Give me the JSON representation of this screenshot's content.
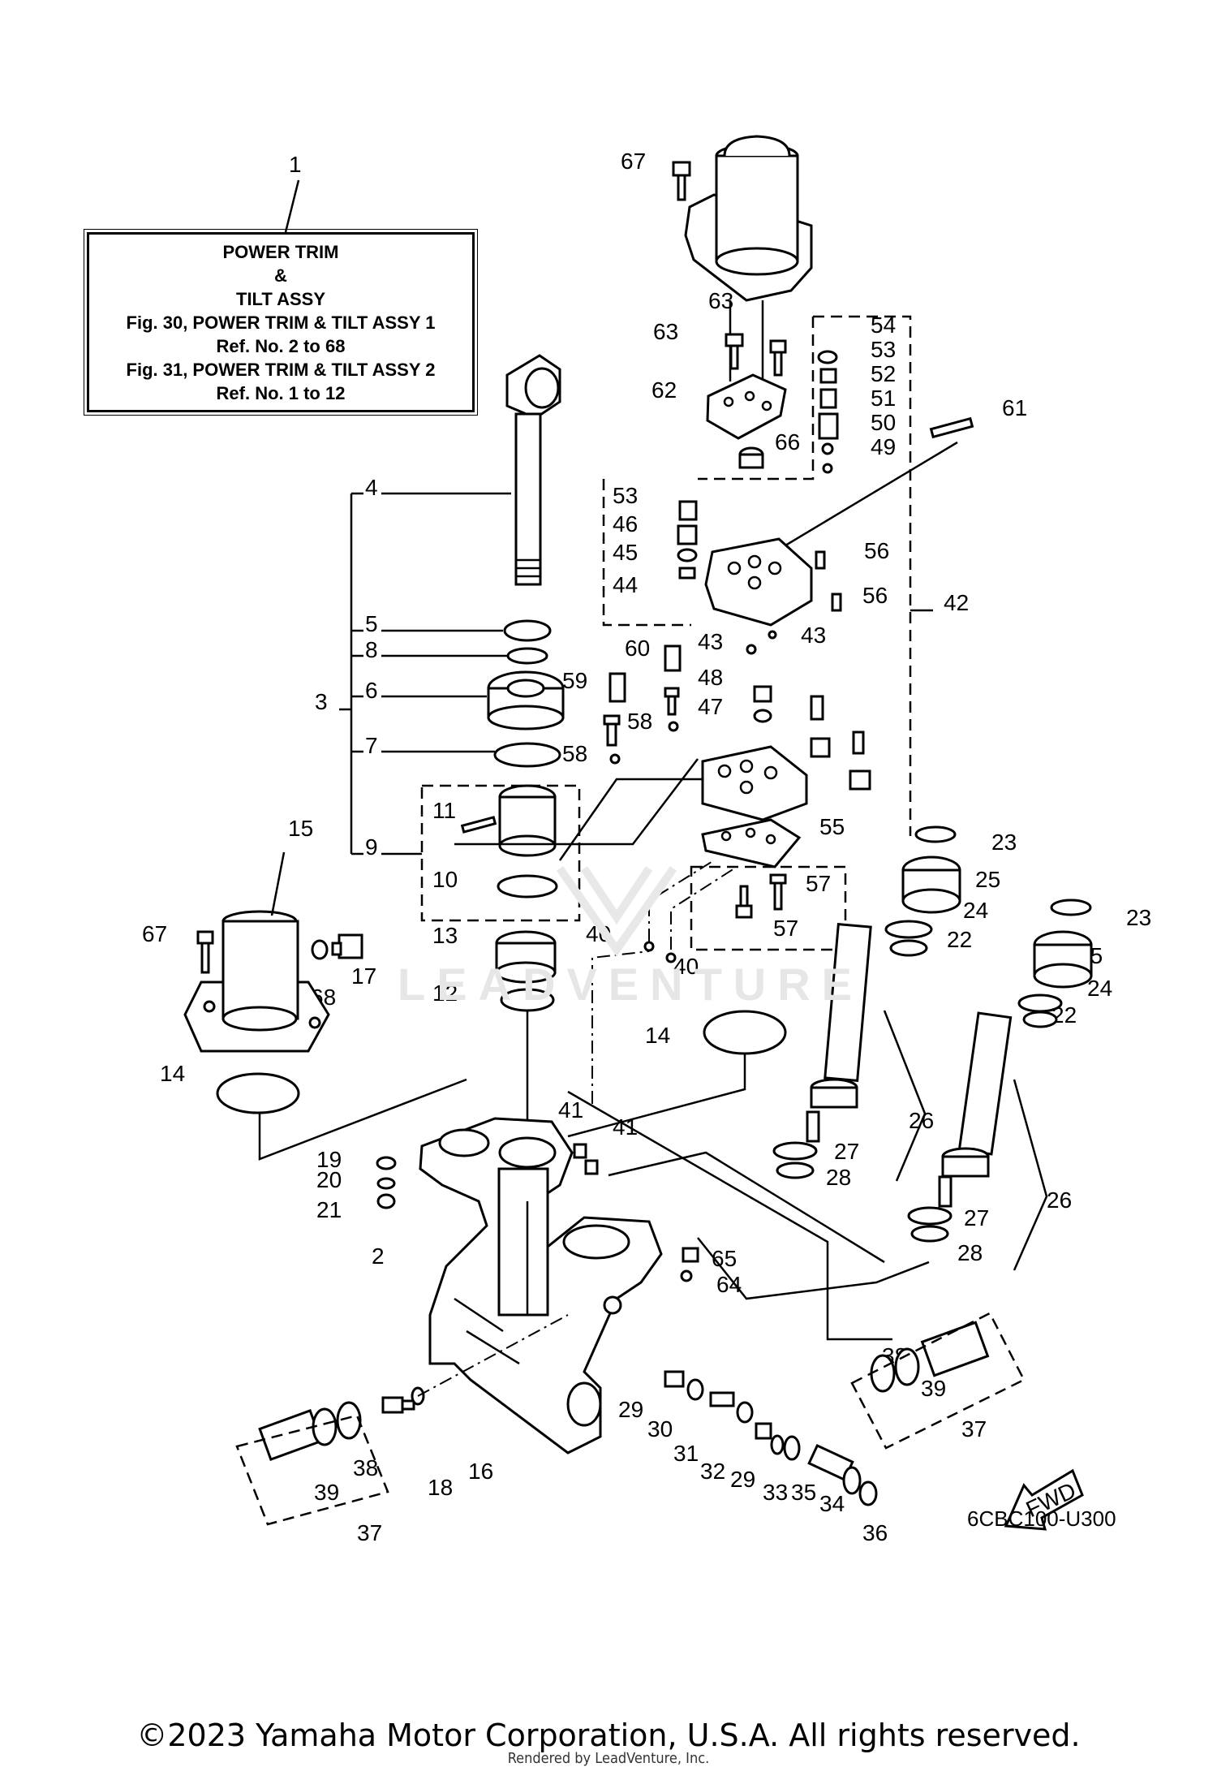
{
  "note": {
    "ref_number": "1",
    "line1": "POWER TRIM",
    "line2": "&",
    "line3": "TILT ASSY",
    "line4": "Fig. 30, POWER TRIM & TILT ASSY 1",
    "line5": "Ref. No. 2 to 68",
    "line6": "Fig. 31, POWER TRIM & TILT ASSY 2",
    "line7": "Ref. No. 1 to 12"
  },
  "diagram_code": "6CBC100-U300",
  "fwd_label": "FWD",
  "watermark": "LEADVENTURE",
  "footer": {
    "copyright": "©2023 Yamaha Motor Corporation, U.S.A. All rights reserved.",
    "rendered_by": "Rendered by LeadVenture, Inc."
  },
  "callouts": [
    "67",
    "63",
    "63",
    "54",
    "53",
    "52",
    "51",
    "50",
    "49",
    "62",
    "66",
    "61",
    "53",
    "46",
    "45",
    "44",
    "56",
    "56",
    "42",
    "43",
    "43",
    "60",
    "59",
    "58",
    "58",
    "48",
    "47",
    "55",
    "57",
    "57",
    "40",
    "40",
    "4",
    "5",
    "8",
    "6",
    "3",
    "7",
    "9",
    "11",
    "10",
    "13",
    "12",
    "15",
    "67",
    "68",
    "17",
    "14",
    "14",
    "23",
    "25",
    "24",
    "22",
    "23",
    "25",
    "24",
    "22",
    "26",
    "27",
    "28",
    "26",
    "27",
    "28",
    "19",
    "20",
    "21",
    "41",
    "41",
    "2",
    "65",
    "64",
    "29",
    "30",
    "31",
    "32",
    "29",
    "33",
    "35",
    "34",
    "36",
    "38",
    "39",
    "37",
    "16",
    "18",
    "38",
    "39",
    "37"
  ]
}
